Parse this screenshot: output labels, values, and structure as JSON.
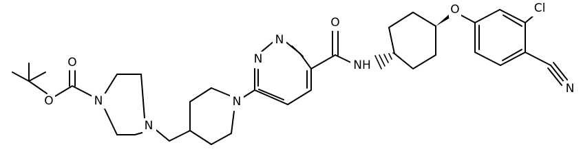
{
  "diagram": {
    "atoms": {
      "O_carbonyl_boc": "O",
      "O_ester_boc": "O",
      "N_pip_boc": "N",
      "N_pip_benzyl": "N",
      "N_piperidine": "N",
      "N_pyridazine_1": "N",
      "N_pyridazine_2": "N",
      "O_amide": "O",
      "N_amide": "NH",
      "O_ether": "O",
      "Cl": "Cl",
      "N_nitrile": "N"
    }
  }
}
